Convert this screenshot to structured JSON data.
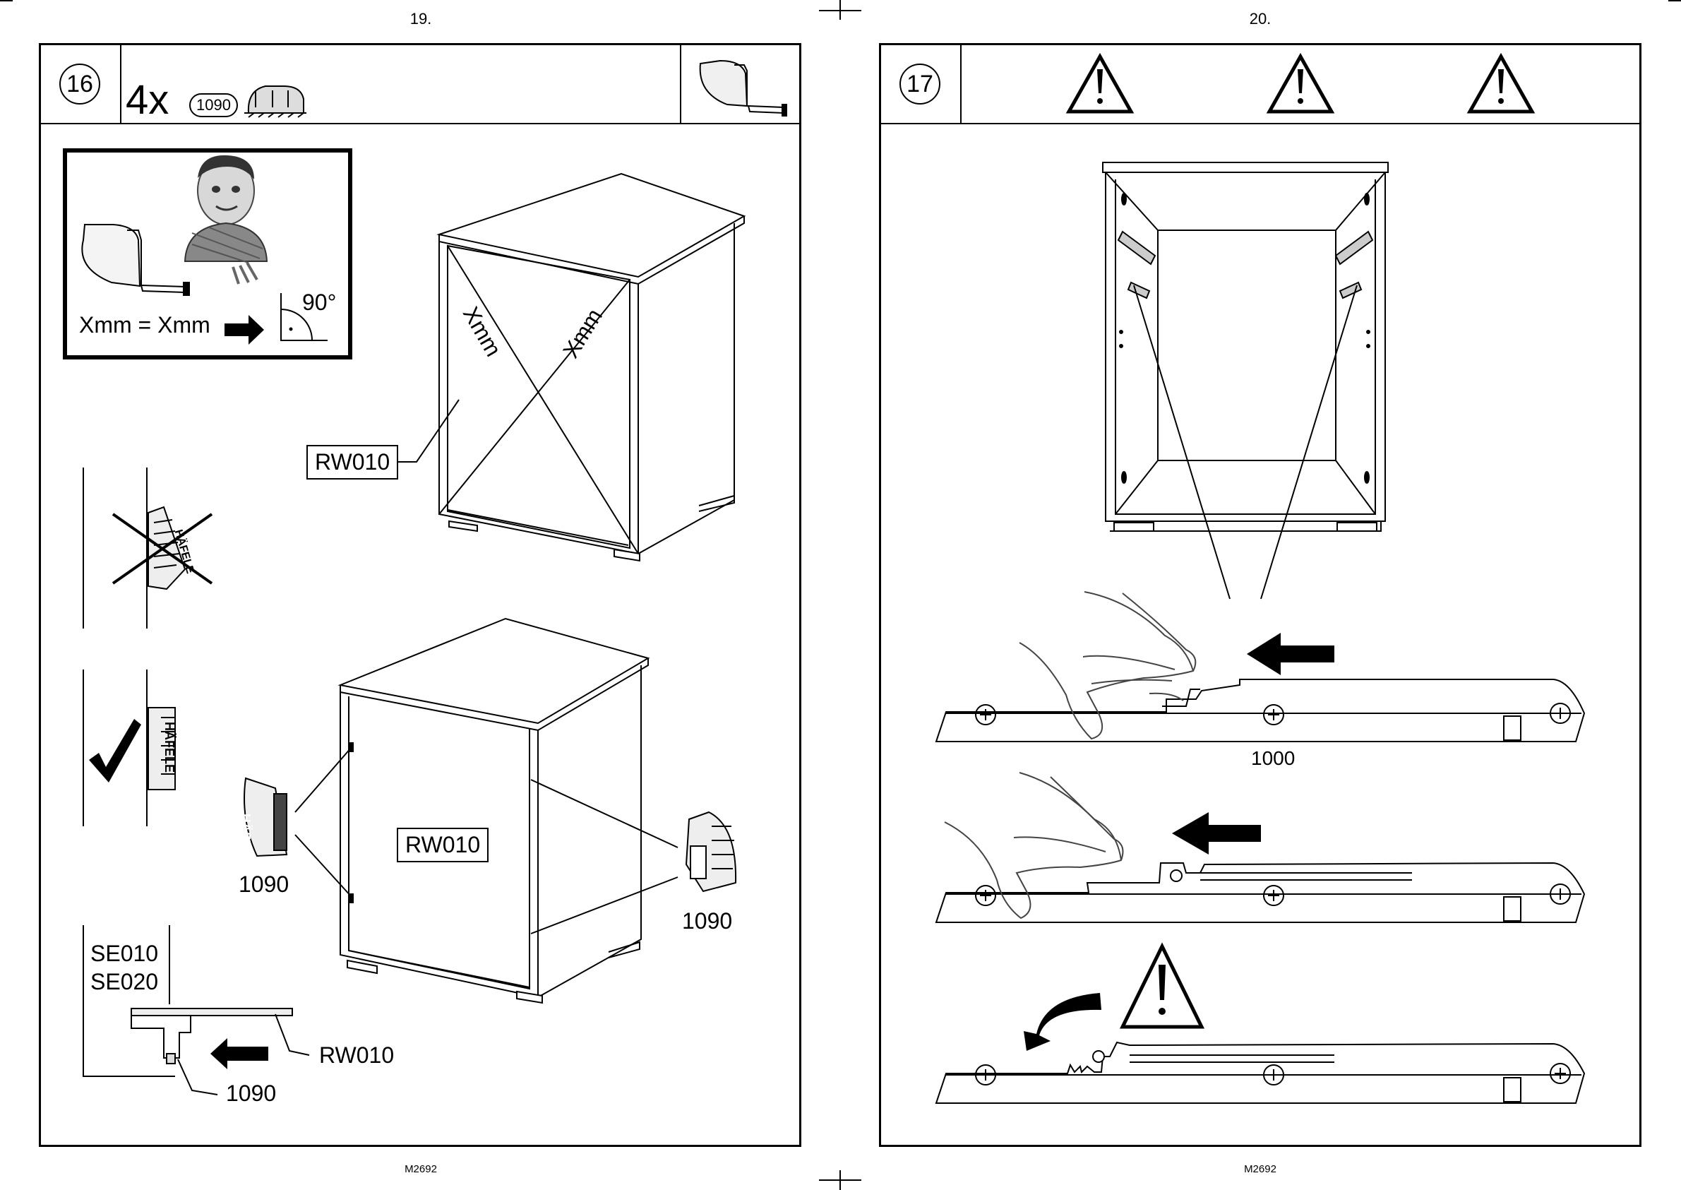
{
  "pages": [
    {
      "number": "19.",
      "footer": "M2692"
    },
    {
      "number": "20.",
      "footer": "M2692"
    }
  ],
  "step16": {
    "step": "16",
    "quantity": "4x",
    "part_code": "1090",
    "measure_box": {
      "equation": "Xmm = Xmm",
      "angle": "90°"
    },
    "diagonal_labels": [
      "Xmm",
      "Xmm"
    ],
    "panel_label_top": "RW010",
    "panel_label_bottom": "RW010",
    "clip_label_left": "1090",
    "clip_label_right": "1090",
    "clip_text": "HÄFELE",
    "section": {
      "labels": [
        "SE010",
        "SE020"
      ],
      "rw_label": "RW010",
      "part_label": "1090"
    }
  },
  "step17": {
    "step": "17",
    "runner_label": "1000"
  }
}
